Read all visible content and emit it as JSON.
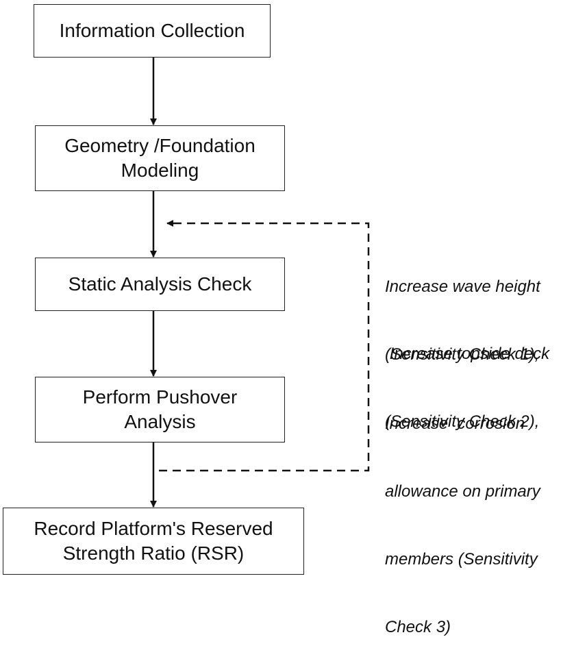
{
  "steps": {
    "information_collection": {
      "lines": [
        "Information Collection"
      ]
    },
    "geometry_foundation_modeling": {
      "lines": [
        "Geometry /Foundation",
        "Modeling"
      ]
    },
    "static_analysis_check": {
      "lines": [
        "Static Analysis Check"
      ]
    },
    "perform_pushover_analysis": {
      "lines": [
        "Perform Pushover",
        "Analysis"
      ]
    },
    "record_rsr": {
      "lines": [
        "Record Platform's Reserved",
        "Strength Ratio (RSR)"
      ]
    }
  },
  "sensitivity_notes": [
    {
      "lines": [
        "Increase wave height",
        "(Sensitivity Check 1),"
      ]
    },
    {
      "lines": [
        " Increase topside deck",
        "(Sensitivity Check 2),"
      ]
    },
    {
      "lines": [
        "Increase  corrosion",
        "allowance on primary",
        "members (Sensitivity",
        "Check 3)"
      ]
    }
  ],
  "colors": {
    "line": "#111111",
    "box_border": "#222222"
  }
}
